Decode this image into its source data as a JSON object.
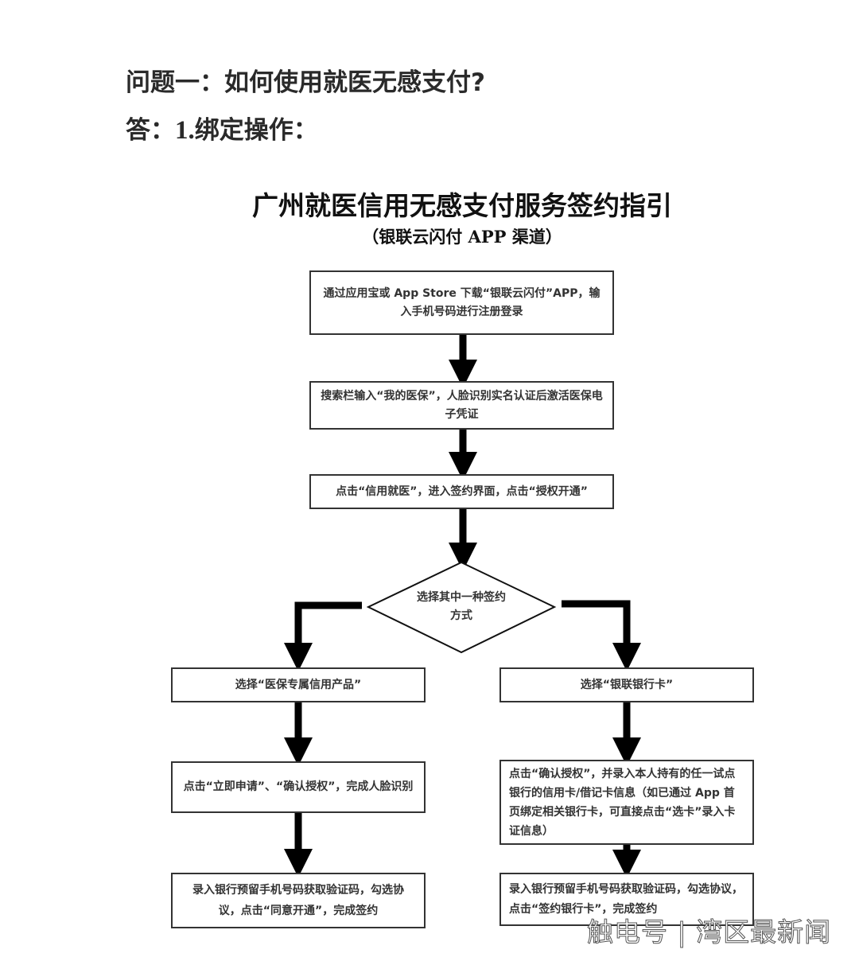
{
  "question": "问题一：如何使用就医无感支付?",
  "answer": {
    "prefix": "答：",
    "number": "1.",
    "text": "绑定操作："
  },
  "flowchart": {
    "title": "广州就医信用无感支付服务签约指引",
    "subtitle": "（银联云闪付 APP 渠道）",
    "steps": [
      "通过应用宝或 App Store 下载“银联云闪付”APP，输入手机号码进行注册登录",
      "搜索栏输入“我的医保”，人脸识别实名认证后激活医保电子凭证",
      "点击“信用就医”，进入签约界面，点击“授权开通”"
    ],
    "decision": "选择其中一种签约方式",
    "left_branch": [
      "选择“医保专属信用产品”",
      "点击“立即申请”、“确认授权”，完成人脸识别",
      "录入银行预留手机号码获取验证码，勾选协议，点击“同意开通”，完成签约"
    ],
    "right_branch": [
      "选择“银联银行卡”",
      "点击“确认授权”，并录入本人持有的任一试点银行的信用卡/借记卡信息（如已通过 App 首页绑定相关银行卡，可直接点击“选卡”录入卡证信息）",
      "录入银行预留手机号码获取验证码，勾选协议，点击“签约银行卡”，完成签约"
    ]
  },
  "watermark": "触电号 | 湾区最新闻"
}
